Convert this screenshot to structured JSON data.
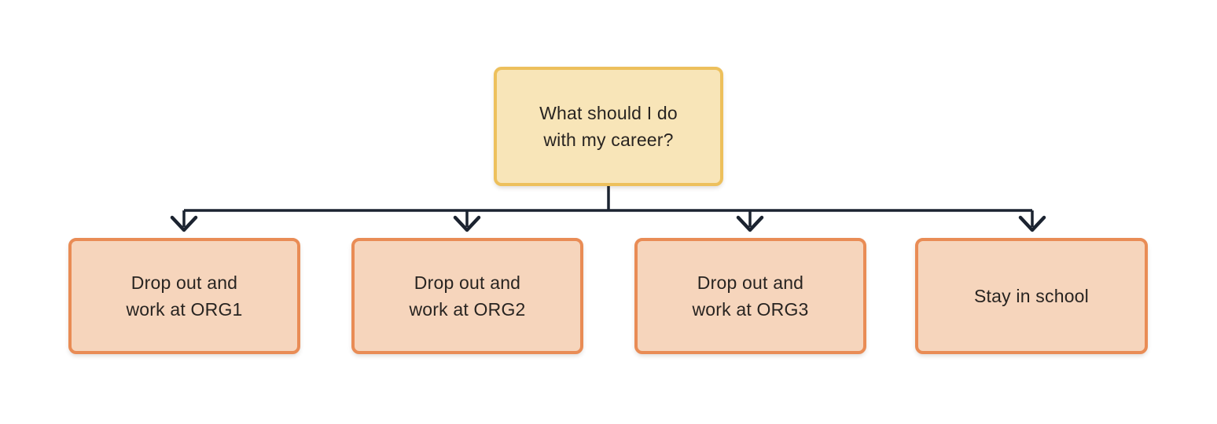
{
  "diagram": {
    "background_color": "#ffffff",
    "connector_color": "#1b2330",
    "text_color": "#282421",
    "root_node": {
      "label": "What should I do\nwith my career?",
      "fill_color": "#f8e5b8",
      "border_color": "#edc05c"
    },
    "child_nodes": [
      {
        "label": "Drop out and\nwork at ORG1",
        "fill_color": "#f6d5bc",
        "border_color": "#e98c55"
      },
      {
        "label": "Drop out and\nwork at ORG2",
        "fill_color": "#f6d5bc",
        "border_color": "#e98c55"
      },
      {
        "label": "Drop out and\nwork at ORG3",
        "fill_color": "#f6d5bc",
        "border_color": "#e98c55"
      },
      {
        "label": "Stay in school",
        "fill_color": "#f6d5bc",
        "border_color": "#e98c55"
      }
    ]
  }
}
